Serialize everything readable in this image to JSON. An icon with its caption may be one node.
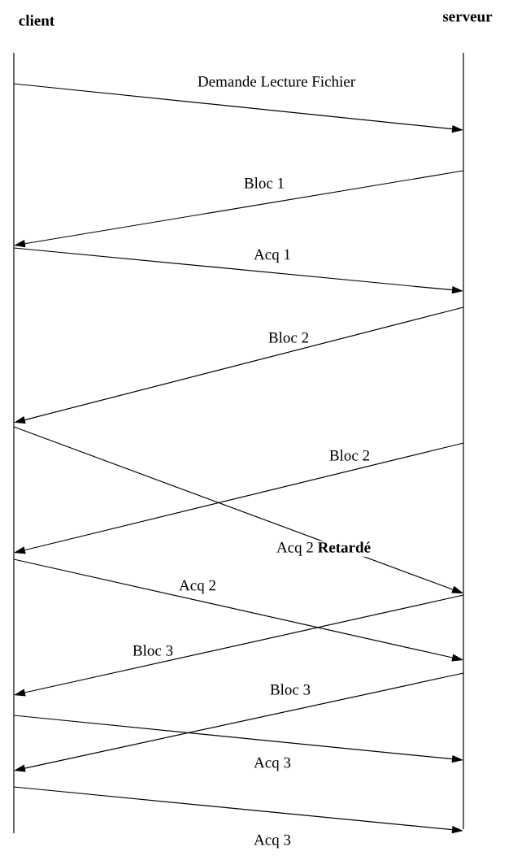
{
  "diagram": {
    "nodes": [
      {
        "text": [
          "client"
        ]
      },
      {
        "text": [
          "serveur"
        ]
      }
    ],
    "edges": [
      {
        "from": 0,
        "to": 1,
        "arrow": "to",
        "label": "Demande Lecture Fichier"
      },
      {
        "from": 1,
        "to": 0,
        "arrow": "to",
        "label": "Bloc 1"
      },
      {
        "from": 0,
        "to": 1,
        "arrow": "to",
        "label": "Acq 1"
      },
      {
        "from": 1,
        "to": 0,
        "arrow": "to",
        "label": "Bloc 2"
      },
      {
        "from": 0,
        "to": 1,
        "arrow": "to",
        "label": "Acq 2 **Retardé**"
      },
      {
        "from": 1,
        "to": 0,
        "arrow": "to",
        "label": "Bloc 2"
      },
      {
        "from": 0,
        "to": 1,
        "arrow": "to",
        "label": "Acq 2"
      },
      {
        "from": 1,
        "to": 0,
        "arrow": "to",
        "label": "Bloc 3"
      },
      {
        "from": 1,
        "to": 0,
        "arrow": "to",
        "label": "Bloc 3"
      },
      {
        "from": 0,
        "to": 1,
        "arrow": "to",
        "label": "Acq 3"
      },
      {
        "from": 0,
        "to": 1,
        "arrow": "to",
        "label": "Acq 3"
      }
    ]
  }
}
